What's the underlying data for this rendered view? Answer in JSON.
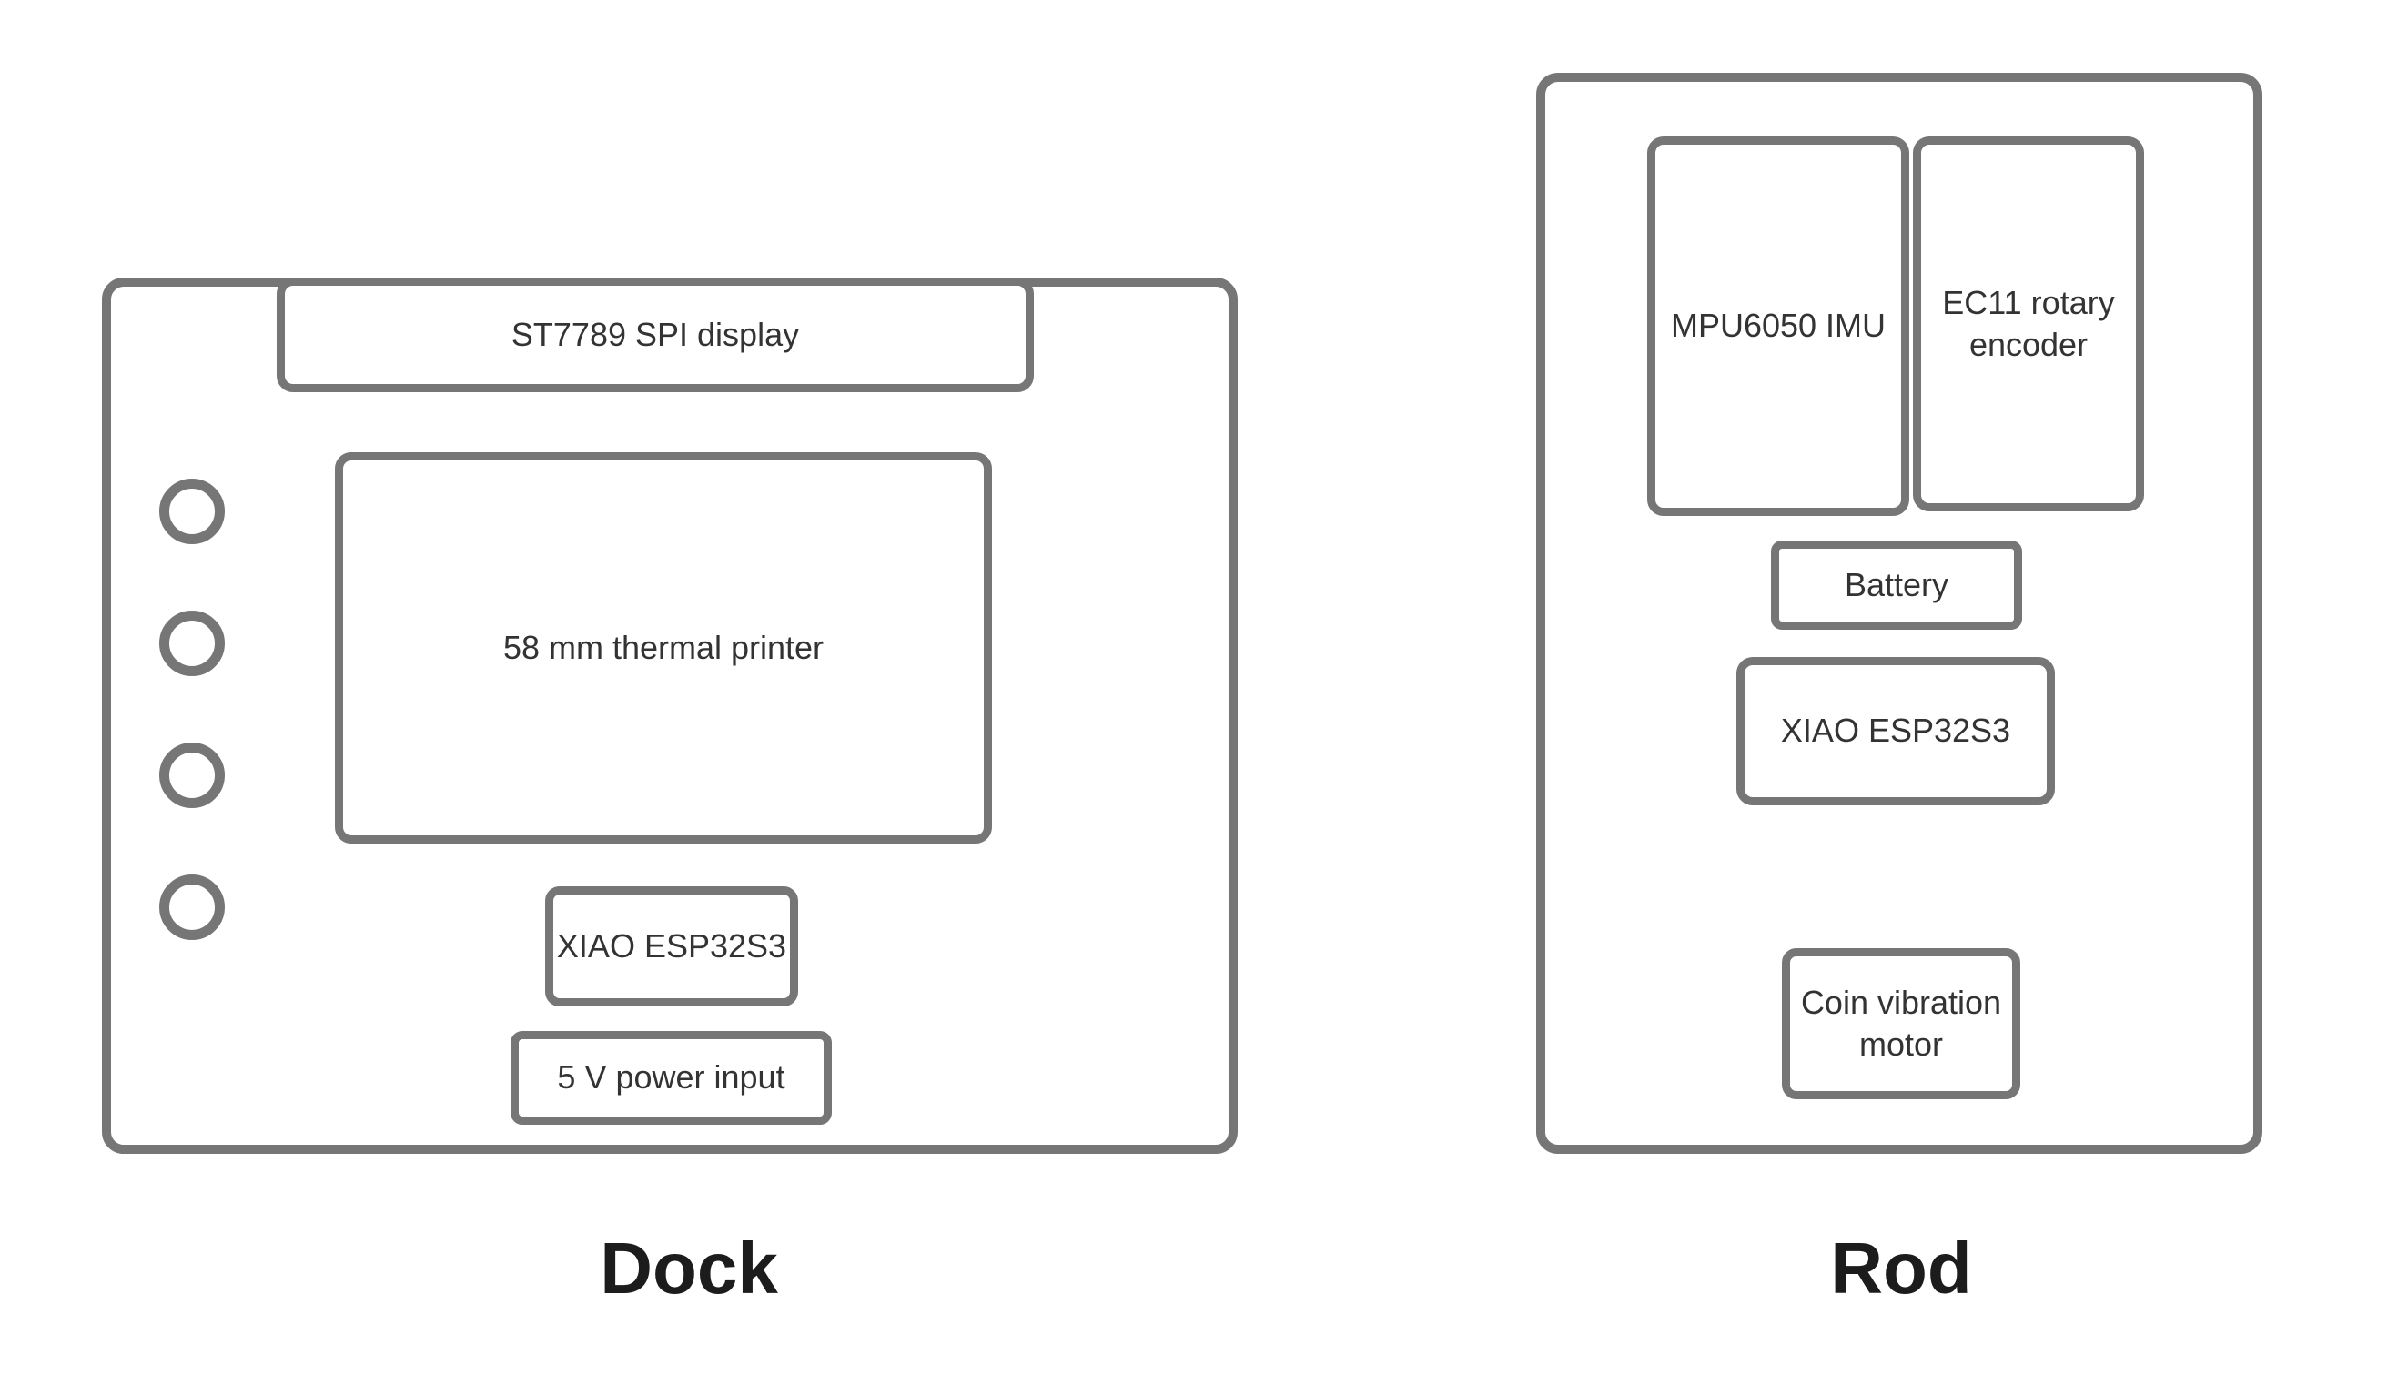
{
  "diagram": {
    "colors": {
      "border": "#767676",
      "node_text": "#333333",
      "caption_text": "#1c1c1c",
      "background": "#ffffff"
    },
    "dock": {
      "caption": "Dock",
      "display_label": "ST7789 SPI display",
      "printer_label": "58 mm thermal printer",
      "mcu_label": "XIAO ESP32S3",
      "power_label": "5 V power input",
      "circle_count": 4
    },
    "rod": {
      "caption": "Rod",
      "imu_label": "MPU6050 IMU",
      "encoder_label": "EC11 rotary encoder",
      "battery_label": "Battery",
      "mcu_label": "XIAO ESP32S3",
      "motor_label": "Coin vibration motor"
    }
  }
}
